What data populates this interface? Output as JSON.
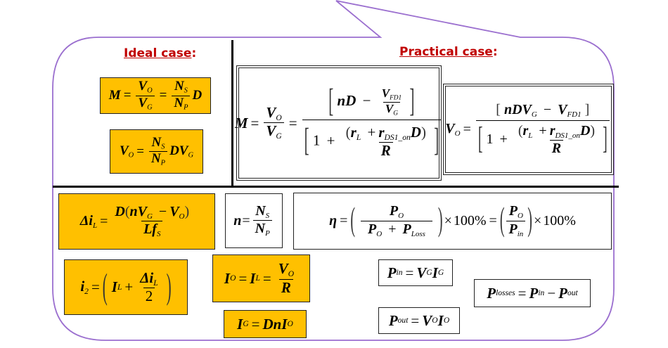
{
  "headings": {
    "ideal": "Ideal case",
    "practical": "Practical case",
    "colon": ":"
  },
  "colors": {
    "callout_border": "#9b6fcf",
    "heading": "#c00000",
    "highlight": "#ffc000",
    "divider": "#000000"
  },
  "ideal": {
    "m_formula": {
      "lhs": "M",
      "eq": "=",
      "n1": "V",
      "n1s": "O",
      "d1": "V",
      "d1s": "G",
      "n2": "N",
      "n2s": "S",
      "d2": "N",
      "d2s": "P",
      "tail": "D"
    },
    "vo_formula": {
      "lhs": "V",
      "lhss": "O",
      "eq": "=",
      "num": "N",
      "nums": "S",
      "den": "N",
      "dens": "P",
      "tail": "DV",
      "tails": "G"
    }
  },
  "practical": {
    "m_formula": {
      "lhs": "M",
      "eq": "=",
      "a": "V",
      "as": "O",
      "b": "V",
      "bs": "G",
      "top1": "nD",
      "minus": "−",
      "vfd": "V",
      "vfds": "FD1",
      "vg": "V",
      "vgs": "G",
      "one": "1",
      "plus": "+",
      "rl": "r",
      "rls": "L",
      "rds": "r",
      "rdss": "DS1_on",
      "d": "D",
      "r": "R"
    },
    "vo_formula": {
      "lhs": "V",
      "lhss": "O",
      "eq": "=",
      "top": "nDV",
      "tops": "G",
      "minus": "−",
      "vfd": "V",
      "vfds": "FD1",
      "one": "1",
      "plus": "+",
      "rl": "r",
      "rls": "L",
      "rds": "r",
      "rdss": "DS1_on",
      "d": "D",
      "r": "R"
    }
  },
  "lower": {
    "delta_il": {
      "lhs": "Δi",
      "lhss": "L",
      "eq": "=",
      "num_a": "D",
      "num_b": "nV",
      "num_bs": "G",
      "minus": "−",
      "num_c": "V",
      "num_cs": "O",
      "den": "Lf",
      "dens": "S"
    },
    "n_formula": {
      "lhs": "n",
      "eq": "=",
      "num": "N",
      "nums": "S",
      "den": "N",
      "dens": "P"
    },
    "eta_formula": {
      "lhs": "η",
      "eq": "=",
      "n1": "P",
      "n1s": "O",
      "d1a": "P",
      "d1as": "O",
      "plus": "+",
      "d1b": "P",
      "d1bs": "Loss",
      "times": "×",
      "pct": "100%",
      "n2": "P",
      "n2s": "O",
      "d2": "P",
      "d2s": "in"
    },
    "i2_formula": {
      "lhs": "i",
      "lhss": "2",
      "eq": "=",
      "a": "I",
      "as": "L",
      "plus": "+",
      "num": "Δi",
      "nums": "L",
      "den": "2"
    },
    "io_formula": {
      "lhs": "I",
      "lhss": "O",
      "eq": "=",
      "mid": "I",
      "mids": "L",
      "num": "V",
      "nums": "O",
      "den": "R"
    },
    "ig_formula": {
      "lhs": "I",
      "lhss": "G",
      "eq": "=",
      "rhs": "DnI",
      "rhss": "O"
    },
    "pin_formula": {
      "lhs": "P",
      "lhss": "in",
      "eq": "=",
      "a": "V",
      "as": "G",
      "b": "I",
      "bs": "G"
    },
    "pout_formula": {
      "lhs": "P",
      "lhss": "out",
      "eq": "=",
      "a": "V",
      "as": "O",
      "b": "I",
      "bs": "O"
    },
    "ploss_formula": {
      "lhs": "P",
      "lhss": "losses",
      "eq": "=",
      "a": "P",
      "as": "in",
      "minus": "−",
      "b": "P",
      "bs": "out"
    }
  }
}
